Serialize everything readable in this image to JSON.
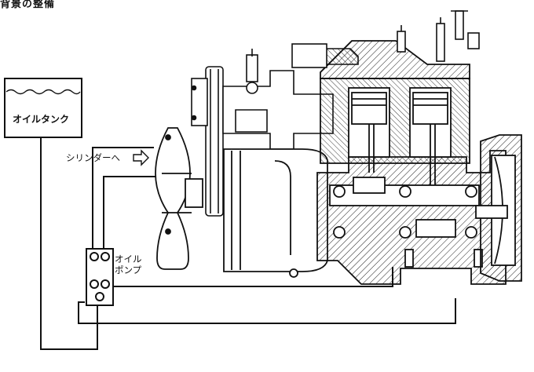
{
  "header": {
    "text": "背景の整備"
  },
  "tank": {
    "label": "オイルタンク"
  },
  "arrow_label": {
    "text": "シリンダーへ"
  },
  "pump": {
    "label_line1": "オイル",
    "label_line2": "ポンプ"
  },
  "colors": {
    "line": "#111111",
    "hatch": "#222222",
    "background": "#ffffff"
  },
  "icons": {
    "arrow": "outline-right-arrow-icon"
  }
}
